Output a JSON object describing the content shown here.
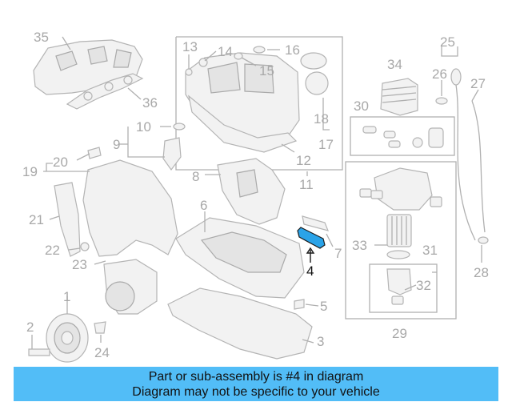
{
  "diagram": {
    "highlight_color": "#2aa3e8",
    "banner_color": "#52bdf7",
    "callouts": [
      "1",
      "2",
      "3",
      "4",
      "5",
      "6",
      "7",
      "8",
      "9",
      "10",
      "11",
      "12",
      "13",
      "14",
      "15",
      "16",
      "17",
      "18",
      "19",
      "20",
      "21",
      "22",
      "23",
      "24",
      "25",
      "26",
      "27",
      "28",
      "29",
      "30",
      "31",
      "32",
      "33",
      "34",
      "35",
      "36"
    ],
    "highlighted_callout": "4"
  },
  "banner": {
    "line1": "Part or sub-assembly is #4 in diagram",
    "line2": "Diagram may not be specific to your vehicle"
  }
}
